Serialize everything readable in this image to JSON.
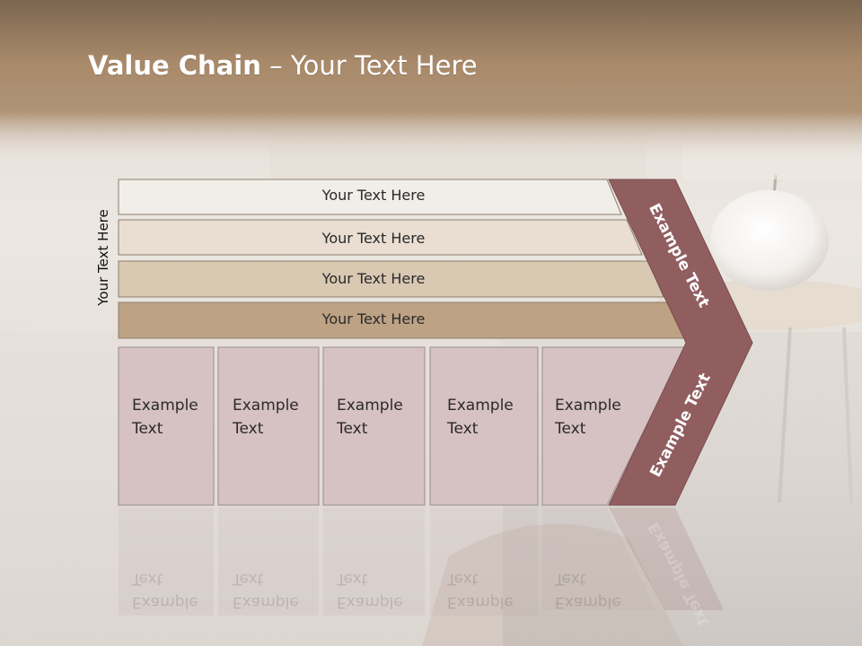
{
  "title": {
    "bold": "Value Chain",
    "rest": " – Your Text Here"
  },
  "side_label": "Your Text Here",
  "bars": [
    "Your Text Here",
    "Your Text Here",
    "Your Text Here",
    "Your Text Here"
  ],
  "columns": [
    {
      "line1": "Example",
      "line2": "Text"
    },
    {
      "line1": "Example",
      "line2": "Text"
    },
    {
      "line1": "Example",
      "line2": "Text"
    },
    {
      "line1": "Example",
      "line2": "Text"
    },
    {
      "line1": "Example",
      "line2": "Text"
    }
  ],
  "chevron": {
    "upper": "Example Text",
    "lower": "Example Text"
  },
  "colors": {
    "bar1": "#f1ede8",
    "bar2": "#e9ded1",
    "bar3": "#d9c8b2",
    "bar4": "#bda283",
    "column_fill": "#d6c1c3",
    "chevron": "#915e60",
    "header_brown": "#a58663"
  }
}
